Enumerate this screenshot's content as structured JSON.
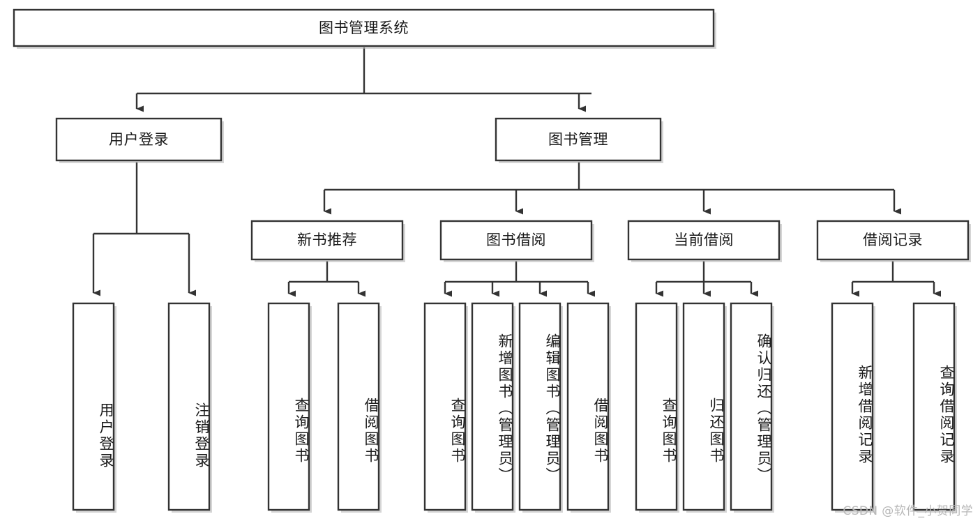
{
  "diagram": {
    "type": "tree",
    "title": "图书管理系统",
    "watermark": "CSDN @软件_小贺同学",
    "root": {
      "id": "root",
      "label": "图书管理系统",
      "orientation": "horizontal"
    },
    "level2": [
      {
        "id": "user-login",
        "label": "用户登录",
        "orientation": "horizontal"
      },
      {
        "id": "book-manage",
        "label": "图书管理",
        "orientation": "horizontal"
      }
    ],
    "level3": [
      {
        "id": "new-book-rec",
        "label": "新书推荐",
        "parent": "book-manage",
        "orientation": "horizontal"
      },
      {
        "id": "book-borrow",
        "label": "图书借阅",
        "parent": "book-manage",
        "orientation": "horizontal"
      },
      {
        "id": "current-borrow",
        "label": "当前借阅",
        "parent": "book-manage",
        "orientation": "horizontal"
      },
      {
        "id": "borrow-record",
        "label": "借阅记录",
        "parent": "book-manage",
        "orientation": "horizontal"
      }
    ],
    "leaves": [
      {
        "id": "leaf-user-login",
        "label": "用户登录",
        "parent": "user-login",
        "orientation": "vertical"
      },
      {
        "id": "leaf-logout",
        "label": "注销登录",
        "parent": "user-login",
        "orientation": "vertical"
      },
      {
        "id": "leaf-query-book-1",
        "label": "查询图书",
        "parent": "new-book-rec",
        "orientation": "vertical"
      },
      {
        "id": "leaf-borrow-book-1",
        "label": "借阅图书",
        "parent": "new-book-rec",
        "orientation": "vertical"
      },
      {
        "id": "leaf-query-book-2",
        "label": "查询图书",
        "parent": "book-borrow",
        "orientation": "vertical"
      },
      {
        "id": "leaf-add-book",
        "label": "新增图书（管理员）",
        "parent": "book-borrow",
        "orientation": "vertical"
      },
      {
        "id": "leaf-edit-book",
        "label": "编辑图书（管理员）",
        "parent": "book-borrow",
        "orientation": "vertical"
      },
      {
        "id": "leaf-borrow-book-2",
        "label": "借阅图书",
        "parent": "book-borrow",
        "orientation": "vertical"
      },
      {
        "id": "leaf-query-book-3",
        "label": "查询图书",
        "parent": "current-borrow",
        "orientation": "vertical"
      },
      {
        "id": "leaf-return-book",
        "label": "归还图书",
        "parent": "current-borrow",
        "orientation": "vertical"
      },
      {
        "id": "leaf-confirm-return",
        "label": "确认归还（管理员）",
        "parent": "current-borrow",
        "orientation": "vertical"
      },
      {
        "id": "leaf-add-record",
        "label": "新增借阅记录",
        "parent": "borrow-record",
        "orientation": "vertical"
      },
      {
        "id": "leaf-query-record",
        "label": "查询借阅记录",
        "parent": "borrow-record",
        "orientation": "vertical"
      }
    ],
    "colors": {
      "box_stroke": "#333333",
      "box_fill": "#ffffff",
      "connector": "#333333",
      "text": "#1a1a1a",
      "watermark": "#b8b8b8",
      "background": "#ffffff"
    }
  }
}
